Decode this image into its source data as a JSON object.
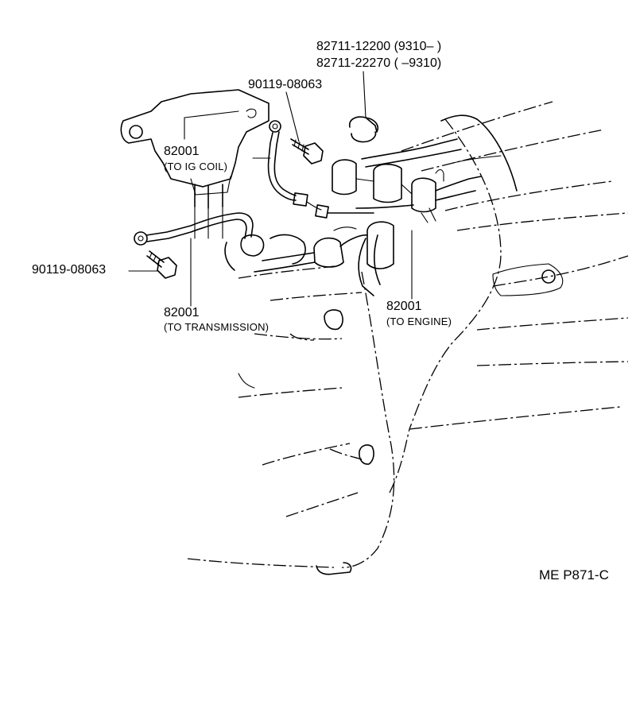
{
  "parts": {
    "clamp_a": "82711-12200 (9310–        )",
    "clamp_b": "82711-22270 (            –9310)",
    "bolt_upper": "90119-08063",
    "bolt_left": "90119-08063",
    "wire_ig_num": "82001",
    "wire_ig_desc": "(TO IG COIL)",
    "wire_trans_num": "82001",
    "wire_trans_desc": "(TO TRANSMISSION)",
    "wire_eng_num": "82001",
    "wire_eng_desc": "(TO ENGINE)"
  },
  "footer": {
    "code": "ME P871-C"
  },
  "colors": {
    "ink": "#000000",
    "paper": "#ffffff"
  }
}
